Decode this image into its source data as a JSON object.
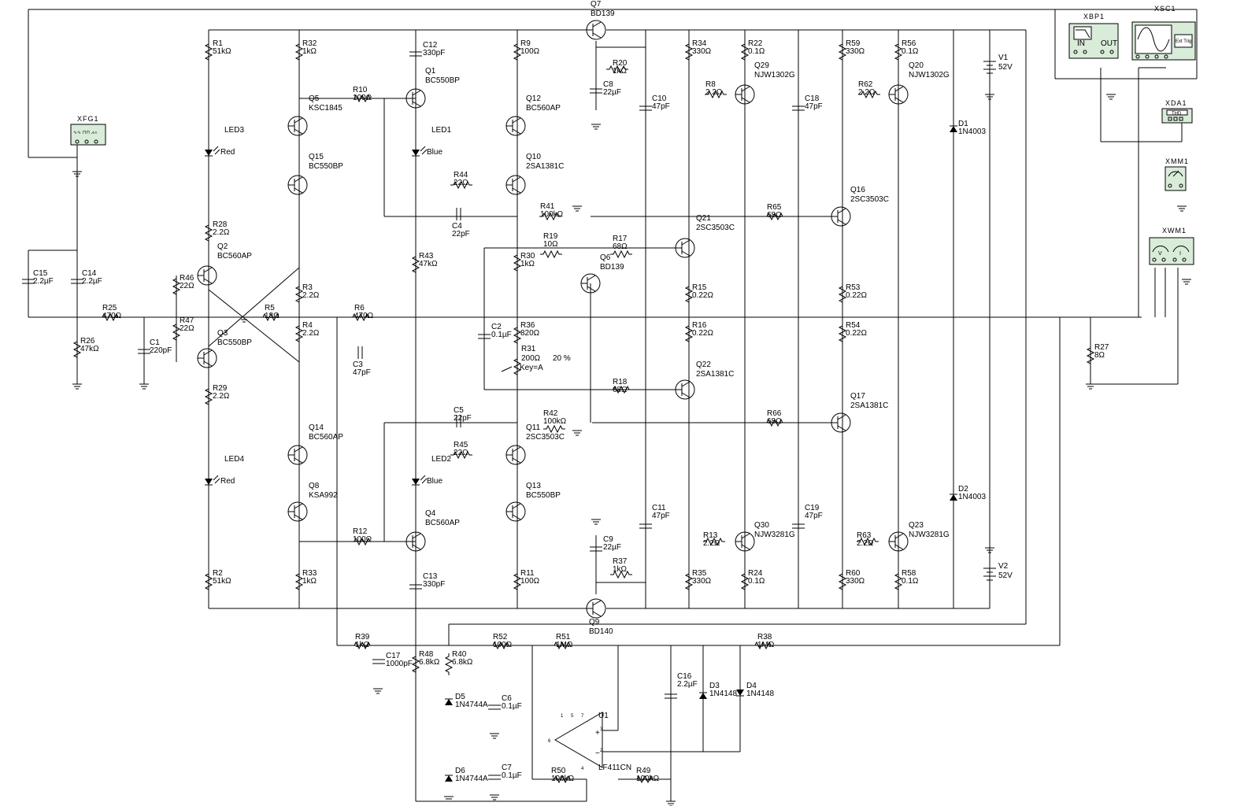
{
  "transistors": [
    {
      "id": "q7",
      "ref": "Q7",
      "part": "BD139"
    },
    {
      "id": "q1",
      "ref": "Q1",
      "part": "BC550BP"
    },
    {
      "id": "q5",
      "ref": "Q5",
      "part": "KSC1845"
    },
    {
      "id": "q12",
      "ref": "Q12",
      "part": "BC560AP"
    },
    {
      "id": "q15",
      "ref": "Q15",
      "part": "BC550BP"
    },
    {
      "id": "q10",
      "ref": "Q10",
      "part": "2SA1381C"
    },
    {
      "id": "q2",
      "ref": "Q2",
      "part": "BC560AP"
    },
    {
      "id": "q3",
      "ref": "Q3",
      "part": "BC550BP"
    },
    {
      "id": "q14",
      "ref": "Q14",
      "part": "BC560AP"
    },
    {
      "id": "q8",
      "ref": "Q8",
      "part": "KSA992"
    },
    {
      "id": "q11",
      "ref": "Q11",
      "part": "2SC3503C"
    },
    {
      "id": "q13",
      "ref": "Q13",
      "part": "BC550BP"
    },
    {
      "id": "q4",
      "ref": "Q4",
      "part": "BC560AP"
    },
    {
      "id": "q9",
      "ref": "Q9",
      "part": "BD140"
    },
    {
      "id": "q6",
      "ref": "Q6",
      "part": "BD139"
    },
    {
      "id": "q21",
      "ref": "Q21",
      "part": "2SC3503C"
    },
    {
      "id": "q22",
      "ref": "Q22",
      "part": "2SA1381C"
    },
    {
      "id": "q29",
      "ref": "Q29",
      "part": "NJW1302G"
    },
    {
      "id": "q30",
      "ref": "Q30",
      "part": "NJW3281G"
    },
    {
      "id": "q16",
      "ref": "Q16",
      "part": "2SC3503C"
    },
    {
      "id": "q17",
      "ref": "Q17",
      "part": "2SA1381C"
    },
    {
      "id": "q20",
      "ref": "Q20",
      "part": "NJW1302G"
    },
    {
      "id": "q23",
      "ref": "Q23",
      "part": "NJW3281G"
    }
  ],
  "resistors": [
    {
      "id": "r1",
      "ref": "R1",
      "value": "51kΩ"
    },
    {
      "id": "r32",
      "ref": "R32",
      "value": "1kΩ"
    },
    {
      "id": "r9",
      "ref": "R9",
      "value": "100Ω"
    },
    {
      "id": "r20",
      "ref": "R20",
      "value": "1kΩ"
    },
    {
      "id": "r34",
      "ref": "R34",
      "value": "330Ω"
    },
    {
      "id": "r22",
      "ref": "R22",
      "value": "0.1Ω"
    },
    {
      "id": "r59",
      "ref": "R59",
      "value": "330Ω"
    },
    {
      "id": "r56",
      "ref": "R56",
      "value": "0.1Ω"
    },
    {
      "id": "r10",
      "ref": "R10",
      "value": "100Ω"
    },
    {
      "id": "r8",
      "ref": "R8",
      "value": "2.2Ω"
    },
    {
      "id": "r62",
      "ref": "R62",
      "value": "2.2Ω"
    },
    {
      "id": "r44",
      "ref": "R44",
      "value": "22Ω"
    },
    {
      "id": "r41",
      "ref": "R41",
      "value": "100kΩ"
    },
    {
      "id": "r65",
      "ref": "R65",
      "value": "68Ω"
    },
    {
      "id": "r28",
      "ref": "R28",
      "value": "2.2Ω"
    },
    {
      "id": "r19",
      "ref": "R19",
      "value": "10Ω"
    },
    {
      "id": "r17",
      "ref": "R17",
      "value": "68Ω"
    },
    {
      "id": "r30",
      "ref": "R30",
      "value": "1kΩ"
    },
    {
      "id": "r43",
      "ref": "R43",
      "value": "47kΩ"
    },
    {
      "id": "r46",
      "ref": "R46",
      "value": "22Ω"
    },
    {
      "id": "r3",
      "ref": "R3",
      "value": "2.2Ω"
    },
    {
      "id": "r15",
      "ref": "R15",
      "value": "0.22Ω"
    },
    {
      "id": "r53",
      "ref": "R53",
      "value": "0.22Ω"
    },
    {
      "id": "r25",
      "ref": "R25",
      "value": "470Ω"
    },
    {
      "id": "r5",
      "ref": "R5",
      "value": "18Ω"
    },
    {
      "id": "r6",
      "ref": "R6",
      "value": "470Ω"
    },
    {
      "id": "r47",
      "ref": "R47",
      "value": "22Ω"
    },
    {
      "id": "r4",
      "ref": "R4",
      "value": "2.2Ω"
    },
    {
      "id": "r36",
      "ref": "R36",
      "value": "820Ω"
    },
    {
      "id": "r16",
      "ref": "R16",
      "value": "0.22Ω"
    },
    {
      "id": "r54",
      "ref": "R54",
      "value": "0.22Ω"
    },
    {
      "id": "r26",
      "ref": "R26",
      "value": "47kΩ"
    },
    {
      "id": "r27",
      "ref": "R27",
      "value": "8Ω"
    },
    {
      "id": "r18",
      "ref": "R18",
      "value": "68Ω"
    },
    {
      "id": "r29",
      "ref": "R29",
      "value": "2.2Ω"
    },
    {
      "id": "r42",
      "ref": "R42",
      "value": "100kΩ"
    },
    {
      "id": "r66",
      "ref": "R66",
      "value": "68Ω"
    },
    {
      "id": "r45",
      "ref": "R45",
      "value": "22Ω"
    },
    {
      "id": "r12",
      "ref": "R12",
      "value": "100Ω"
    },
    {
      "id": "r13",
      "ref": "R13",
      "value": "2.2Ω"
    },
    {
      "id": "r63",
      "ref": "R63",
      "value": "2.2Ω"
    },
    {
      "id": "r37",
      "ref": "R37",
      "value": "1kΩ"
    },
    {
      "id": "r2",
      "ref": "R2",
      "value": "51kΩ"
    },
    {
      "id": "r33",
      "ref": "R33",
      "value": "1kΩ"
    },
    {
      "id": "r11",
      "ref": "R11",
      "value": "100Ω"
    },
    {
      "id": "r35",
      "ref": "R35",
      "value": "330Ω"
    },
    {
      "id": "r24",
      "ref": "R24",
      "value": "0.1Ω"
    },
    {
      "id": "r60",
      "ref": "R60",
      "value": "330Ω"
    },
    {
      "id": "r58",
      "ref": "R58",
      "value": "0.1Ω"
    },
    {
      "id": "r39",
      "ref": "R39",
      "value": "1kΩ"
    },
    {
      "id": "r52",
      "ref": "R52",
      "value": "100Ω"
    },
    {
      "id": "r51",
      "ref": "R51",
      "value": "1MΩ"
    },
    {
      "id": "r38",
      "ref": "R38",
      "value": "1MΩ"
    },
    {
      "id": "r48",
      "ref": "R48",
      "value": "6.8kΩ"
    },
    {
      "id": "r40",
      "ref": "R40",
      "value": "6.8kΩ"
    },
    {
      "id": "r50",
      "ref": "R50",
      "value": "100kΩ"
    },
    {
      "id": "r49",
      "ref": "R49",
      "value": "100kΩ"
    }
  ],
  "capacitors": [
    {
      "id": "c12",
      "ref": "C12",
      "value": "330pF"
    },
    {
      "id": "c8",
      "ref": "C8",
      "value": "22µF"
    },
    {
      "id": "c10",
      "ref": "C10",
      "value": "47pF"
    },
    {
      "id": "c18",
      "ref": "C18",
      "value": "47pF"
    },
    {
      "id": "c4",
      "ref": "C4",
      "value": "22pF"
    },
    {
      "id": "c15",
      "ref": "C15",
      "value": "2.2µF"
    },
    {
      "id": "c14",
      "ref": "C14",
      "value": "2.2µF"
    },
    {
      "id": "c1",
      "ref": "C1",
      "value": "220pF"
    },
    {
      "id": "c3",
      "ref": "C3",
      "value": "47pF"
    },
    {
      "id": "c2",
      "ref": "C2",
      "value": "0.1µF"
    },
    {
      "id": "c5",
      "ref": "C5",
      "value": "22pF"
    },
    {
      "id": "c11",
      "ref": "C11",
      "value": "47pF"
    },
    {
      "id": "c19",
      "ref": "C19",
      "value": "47pF"
    },
    {
      "id": "c9",
      "ref": "C9",
      "value": "22µF"
    },
    {
      "id": "c13",
      "ref": "C13",
      "value": "330pF"
    },
    {
      "id": "c17",
      "ref": "C17",
      "value": "1000pF"
    },
    {
      "id": "c6",
      "ref": "C6",
      "value": "0.1µF"
    },
    {
      "id": "c7",
      "ref": "C7",
      "value": "0.1µF"
    },
    {
      "id": "c16",
      "ref": "C16",
      "value": "2.2µF"
    }
  ],
  "diodes": [
    {
      "id": "d1",
      "ref": "D1",
      "part": "1N4003"
    },
    {
      "id": "d2",
      "ref": "D2",
      "part": "1N4003"
    },
    {
      "id": "d5",
      "ref": "D5",
      "part": "1N4744A"
    },
    {
      "id": "d6",
      "ref": "D6",
      "part": "1N4744A"
    },
    {
      "id": "d3",
      "ref": "D3",
      "part": "1N4148"
    },
    {
      "id": "d4",
      "ref": "D4",
      "part": "1N4148"
    }
  ],
  "leds": [
    {
      "id": "led3",
      "ref": "LED3",
      "color": "Red"
    },
    {
      "id": "led1",
      "ref": "LED1",
      "color": "Blue"
    },
    {
      "id": "led4",
      "ref": "LED4",
      "color": "Red"
    },
    {
      "id": "led2",
      "ref": "LED2",
      "color": "Blue"
    }
  ],
  "sources": [
    {
      "id": "v1",
      "ref": "V1",
      "value": "52V"
    },
    {
      "id": "v2",
      "ref": "V2",
      "value": "52V"
    }
  ],
  "potentiometer": {
    "ref": "R31",
    "value": "200Ω",
    "key": "Key=A",
    "setting": "20 %"
  },
  "opamp": {
    "ref": "U1",
    "part": "LF411CN",
    "pins": [
      "1",
      "5",
      "7",
      "3",
      "2",
      "6",
      "4"
    ]
  },
  "instruments": {
    "xfg1": {
      "ref": "XFG1"
    },
    "xbp1": {
      "ref": "XBP1",
      "in_label": "IN",
      "out_label": "OUT"
    },
    "xsc1": {
      "ref": "XSC1",
      "trig_label": "Ext Trig"
    },
    "xda1": {
      "ref": "XDA1",
      "screen_label": "THD"
    },
    "xmm1": {
      "ref": "XMM1"
    },
    "xwm1": {
      "ref": "XWM1",
      "v_label": "V",
      "i_label": "I"
    }
  }
}
